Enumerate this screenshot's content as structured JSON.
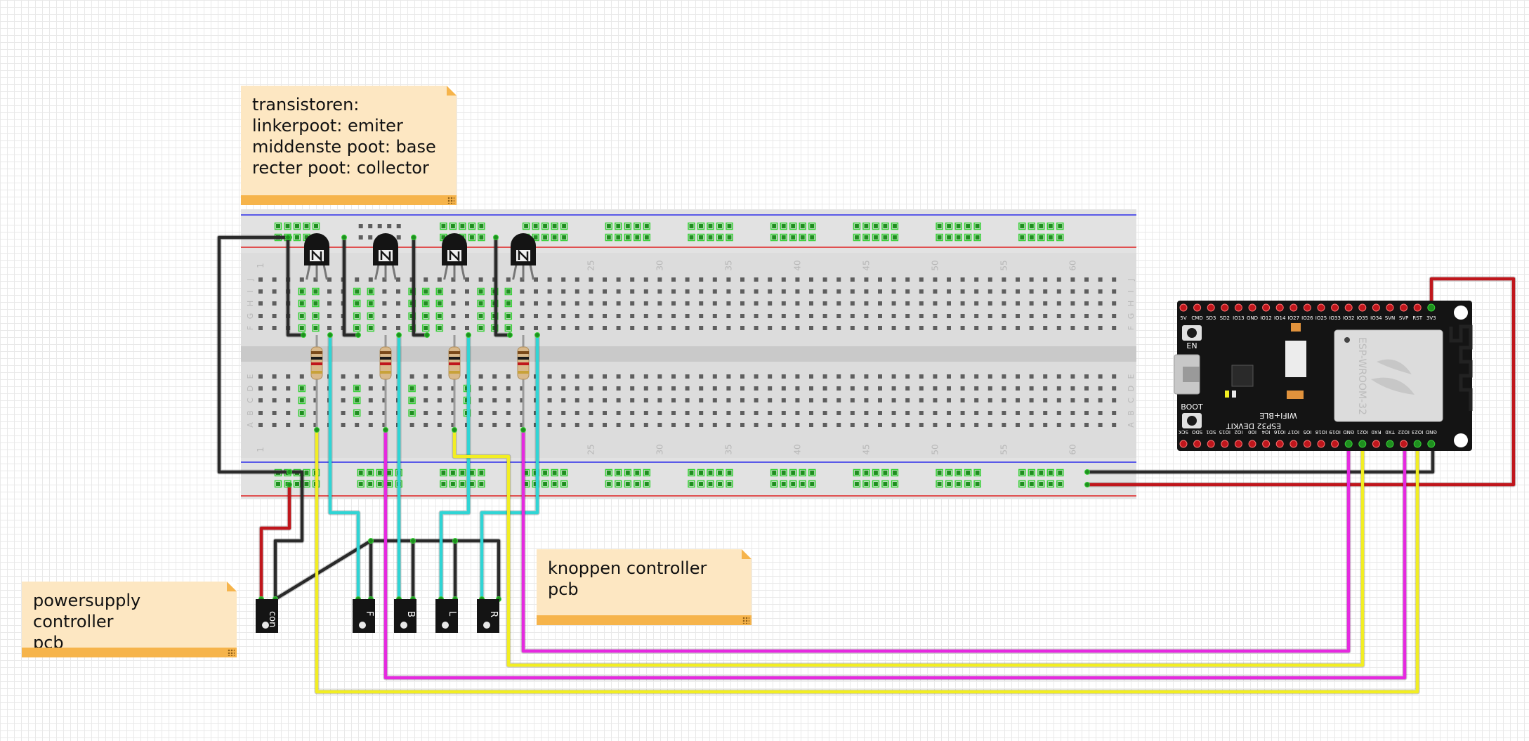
{
  "notes": {
    "transistor": "transistoren:\nlinkerpoot: emiter\nmiddenste poot: base\nrecter poot: collector",
    "powersupply": "powersupply controller\npcb",
    "knoppen": "knoppen controller\npcb"
  },
  "breadboard": {
    "column_numbers": [
      "1",
      "25",
      "30",
      "35",
      "40",
      "45",
      "50",
      "55",
      "60"
    ],
    "row_letters_top": [
      "J",
      "I",
      "H",
      "G",
      "F"
    ],
    "row_letters_bottom": [
      "E",
      "D",
      "C",
      "B",
      "A"
    ]
  },
  "connectors": {
    "labels": [
      "con",
      "F",
      "B",
      "L",
      "R"
    ]
  },
  "esp32": {
    "board_label": "ESP32 DEVKIT",
    "wifi_label": "WIFI+BLE",
    "module_label": "ESP-WROOM-32",
    "en_label": "EN",
    "boot_label": "BOOT",
    "top_pins": [
      "5V",
      "CMD",
      "SD3",
      "SD2",
      "IO13",
      "GND",
      "IO12",
      "IO14",
      "IO27",
      "IO26",
      "IO25",
      "IO33",
      "IO32",
      "IO35",
      "IO34",
      "SVN",
      "SVP",
      "RST",
      "3V3"
    ],
    "bottom_pins": [
      "SCK",
      "SDO",
      "SD1",
      "IO15",
      "IO2",
      "IO0",
      "IO4",
      "IO16",
      "IO17",
      "IO5",
      "IO18",
      "IO19",
      "GND",
      "IO21",
      "RX0",
      "TX0",
      "IO22",
      "IO23",
      "GND"
    ]
  },
  "colors": {
    "black": "#2a2a2a",
    "red": "#c0161c",
    "cyan": "#2fd5d5",
    "magenta": "#e629e0",
    "yellow": "#f2ee22",
    "board_black": "#141414"
  }
}
